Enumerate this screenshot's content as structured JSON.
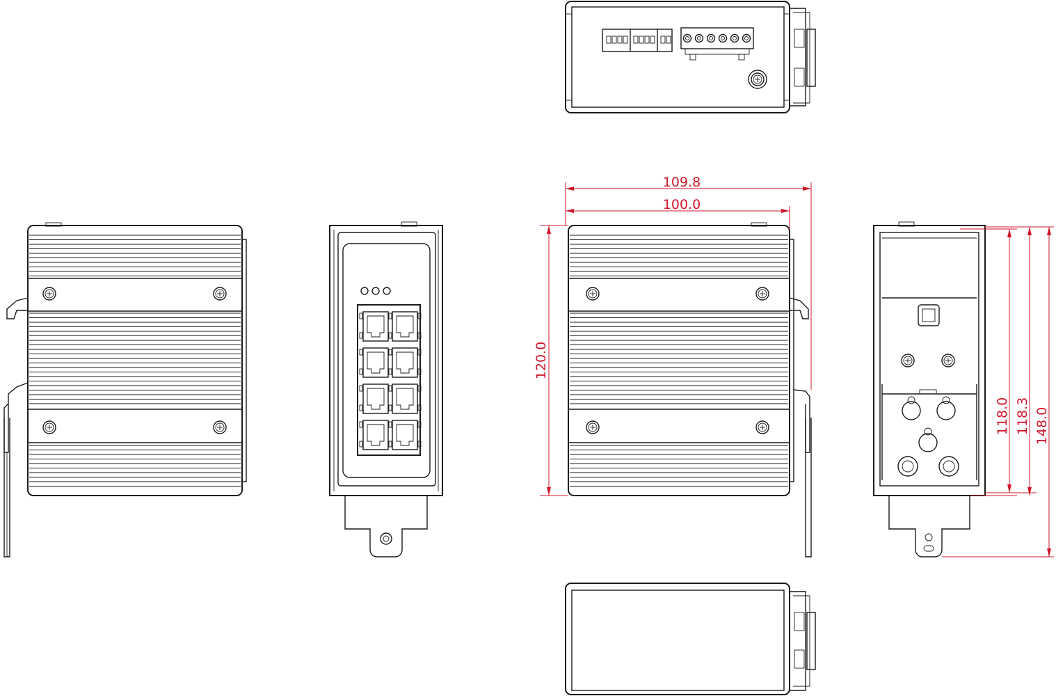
{
  "colors": {
    "line": "#1a1a1a",
    "dimension": "#d0152a",
    "background": "#ffffff"
  },
  "dimensions": {
    "top_width": "109.8",
    "top_inner": "100.0",
    "front_height": "120.0",
    "side_h1": "118.0",
    "side_h2": "118.3",
    "side_h3": "148.0"
  },
  "views": [
    "top-view",
    "left-side-view",
    "front-port-view",
    "front-view",
    "right-side-view",
    "bottom-view"
  ]
}
